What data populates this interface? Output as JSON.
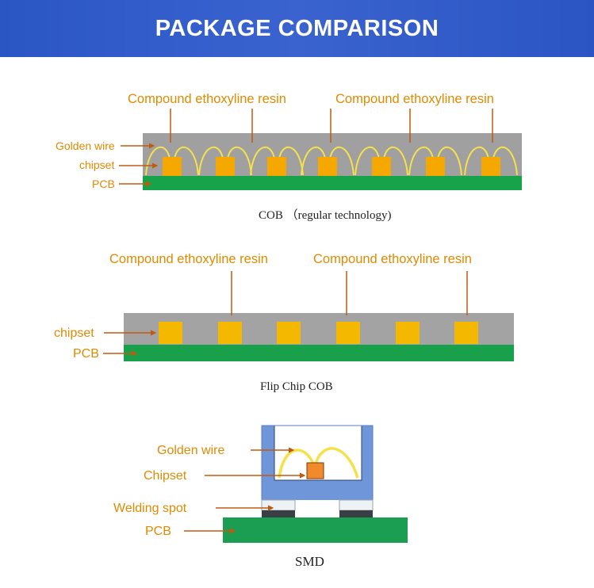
{
  "header": {
    "title": "PACKAGE COMPARISON"
  },
  "colors": {
    "banner": "#2f5bc8",
    "label": "#e08a00",
    "resin": "#9e9e9e",
    "pcb": "#17a34a",
    "chip": "#f5b800",
    "wire": "#f5e14a",
    "smd_frame": "#6e96d8",
    "smd_chip": "#f08a2a",
    "leader": "#c05a10"
  },
  "cob": {
    "resin_label_left": "Compound ethoxyline resin",
    "resin_label_right": "Compound ethoxyline resin",
    "golden_wire_label": "Golden wire",
    "chipset_label": "chipset",
    "pcb_label": "PCB",
    "caption": "COB  （regular technology)"
  },
  "flip_chip": {
    "resin_label_left": "Compound ethoxyline resin",
    "resin_label_right": "Compound ethoxyline resin",
    "chipset_label": "chipset",
    "pcb_label": "PCB",
    "caption": "Flip Chip COB"
  },
  "smd": {
    "golden_wire_label": "Golden wire",
    "chipset_label": "Chipset",
    "welding_spot_label": "Welding spot",
    "pcb_label": "PCB",
    "caption": "SMD"
  }
}
